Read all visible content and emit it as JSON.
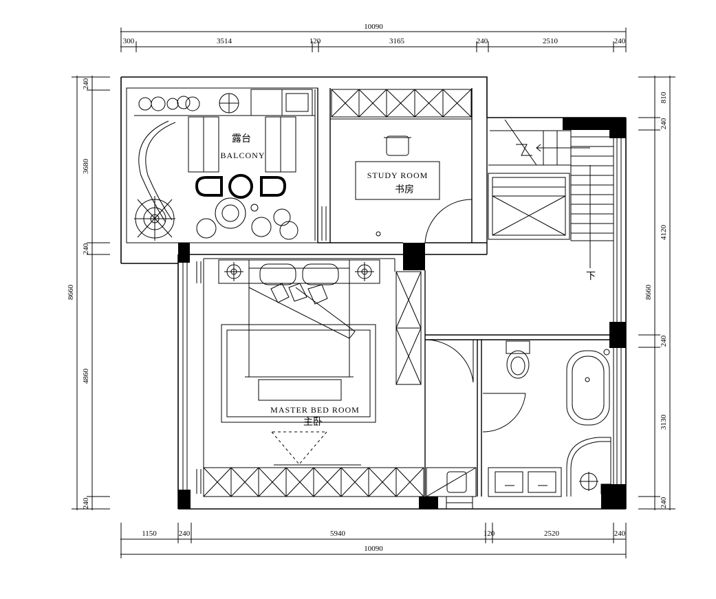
{
  "dimensions": {
    "top_total": "10090",
    "top_segments": [
      "300",
      "3514",
      "120",
      "3165",
      "240",
      "2510",
      "240"
    ],
    "bottom_segments": [
      "1150",
      "240",
      "5940",
      "120",
      "2520",
      "240"
    ],
    "bottom_total": "10090",
    "left_segments": [
      "240",
      "3680",
      "240",
      "4860",
      "240"
    ],
    "left_total": "8660",
    "right_segments": [
      "810",
      "240",
      "4120",
      "240",
      "3130",
      "240"
    ],
    "right_total": "8660"
  },
  "rooms": {
    "balcony_cn": "露台",
    "balcony_en": "BALCONY",
    "study_en": "STUDY ROOM",
    "study_cn": "书房",
    "master_en": "MASTER BED ROOM",
    "master_cn": "主卧",
    "stair_label": "下"
  }
}
